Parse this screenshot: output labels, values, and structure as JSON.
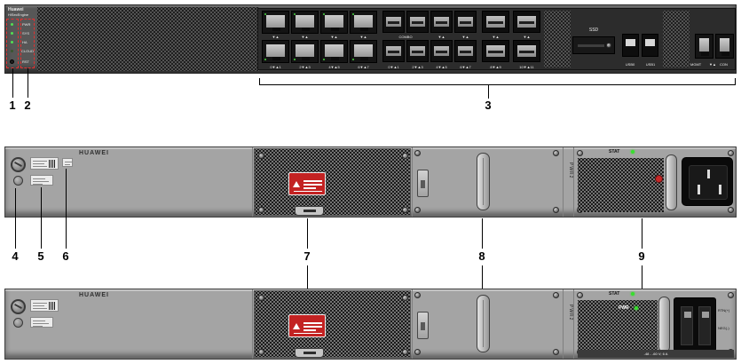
{
  "callouts": [
    "1",
    "2",
    "3",
    "4",
    "5",
    "6",
    "7",
    "8",
    "9"
  ],
  "front_panel": {
    "brand_line1": "Huawei",
    "brand_line2": "HiSecEngine",
    "leds": [
      "PWR",
      "SYS",
      "HA",
      "CLOUD"
    ],
    "reset_label": "RST",
    "mid_arrows": "▼▲",
    "rj45_labels": [
      "0▼▲1",
      "2▼▲3",
      "4▼▲5",
      "6▼▲7"
    ],
    "combo_label": "COMBO",
    "sfp_labels": [
      "0▼▲1",
      "2▼▲3",
      "4▼▲5",
      "6▼▲7"
    ],
    "sfp_plus_labels": [
      "8▼▲9",
      "10▼▲11"
    ],
    "ssd_label": "SSD",
    "usb_labels": [
      "USB0",
      "USB1"
    ],
    "mgmt_label": "MGMT",
    "con_label": "CON"
  },
  "rear_ac": {
    "brand": "HUAWEI",
    "stat_label": "STAT",
    "psu_bay_label": "PWR2"
  },
  "rear_dc": {
    "brand": "HUAWEI",
    "stat_label": "STAT",
    "pwr_label": "PWR",
    "rtn_label": "RTN(+)",
    "neg_label": "NEG(-)",
    "rating_label": "-48 - -60 V; 6 A",
    "psu_bay_label": "PWR2"
  }
}
